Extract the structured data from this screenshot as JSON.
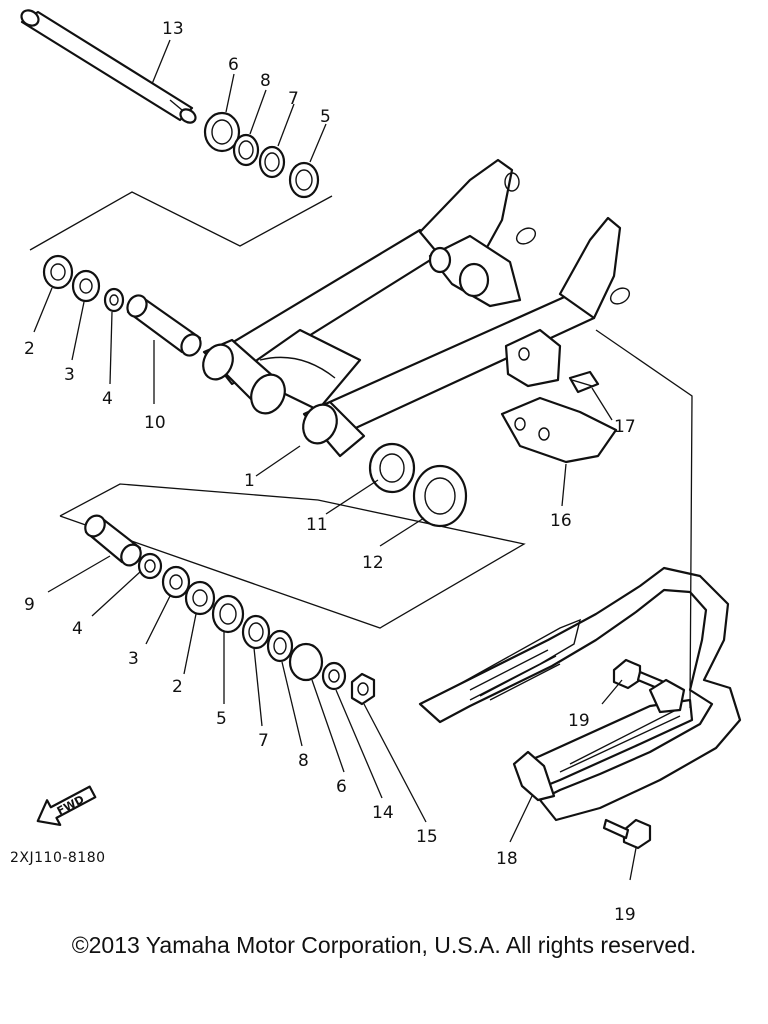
{
  "diagram": {
    "callouts": [
      {
        "id": "c13",
        "text": "13"
      },
      {
        "id": "c6a",
        "text": "6"
      },
      {
        "id": "c8a",
        "text": "8"
      },
      {
        "id": "c7a",
        "text": "7"
      },
      {
        "id": "c5a",
        "text": "5"
      },
      {
        "id": "c2a",
        "text": "2"
      },
      {
        "id": "c3a",
        "text": "3"
      },
      {
        "id": "c4a",
        "text": "4"
      },
      {
        "id": "c10",
        "text": "10"
      },
      {
        "id": "c1",
        "text": "1"
      },
      {
        "id": "c11",
        "text": "11"
      },
      {
        "id": "c12",
        "text": "12"
      },
      {
        "id": "c17",
        "text": "17"
      },
      {
        "id": "c16",
        "text": "16"
      },
      {
        "id": "c9",
        "text": "9"
      },
      {
        "id": "c4b",
        "text": "4"
      },
      {
        "id": "c3b",
        "text": "3"
      },
      {
        "id": "c2b",
        "text": "2"
      },
      {
        "id": "c5b",
        "text": "5"
      },
      {
        "id": "c7b",
        "text": "7"
      },
      {
        "id": "c8b",
        "text": "8"
      },
      {
        "id": "c6b",
        "text": "6"
      },
      {
        "id": "c14",
        "text": "14"
      },
      {
        "id": "c15",
        "text": "15"
      },
      {
        "id": "c19a",
        "text": "19"
      },
      {
        "id": "c18",
        "text": "18"
      },
      {
        "id": "c19b",
        "text": "19"
      }
    ],
    "fwd_label": "FWD",
    "diagram_code": "2XJ110-8180"
  },
  "copyright": "©2013 Yamaha Motor Corporation, U.S.A. All rights reserved."
}
